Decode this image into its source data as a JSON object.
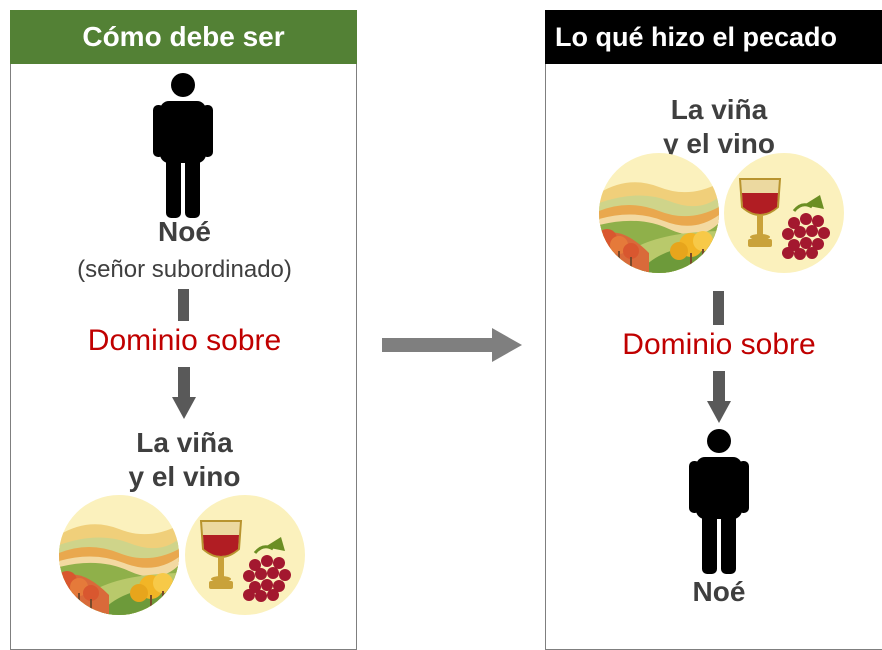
{
  "left": {
    "title": "Cómo debe ser",
    "person_name": "Noé",
    "person_role": "(señor subordinado)",
    "relation": "Dominio sobre",
    "object_line1": "La viña",
    "object_line2": "y el vino",
    "person_icon": "person-icon",
    "vineyard_icon": "vineyard-icon",
    "wine_icon": "wine-grapes-icon"
  },
  "right": {
    "title": "Lo qué hizo el pecado",
    "object_line1": "La viña",
    "object_line2": "y el vino",
    "relation": "Dominio sobre",
    "person_name": "Noé",
    "person_icon": "person-icon",
    "vineyard_icon": "vineyard-icon",
    "wine_icon": "wine-grapes-icon"
  },
  "colors": {
    "left_header": "#538135",
    "right_header": "#000000",
    "relation_text": "#c00000",
    "connector": "#595959"
  }
}
